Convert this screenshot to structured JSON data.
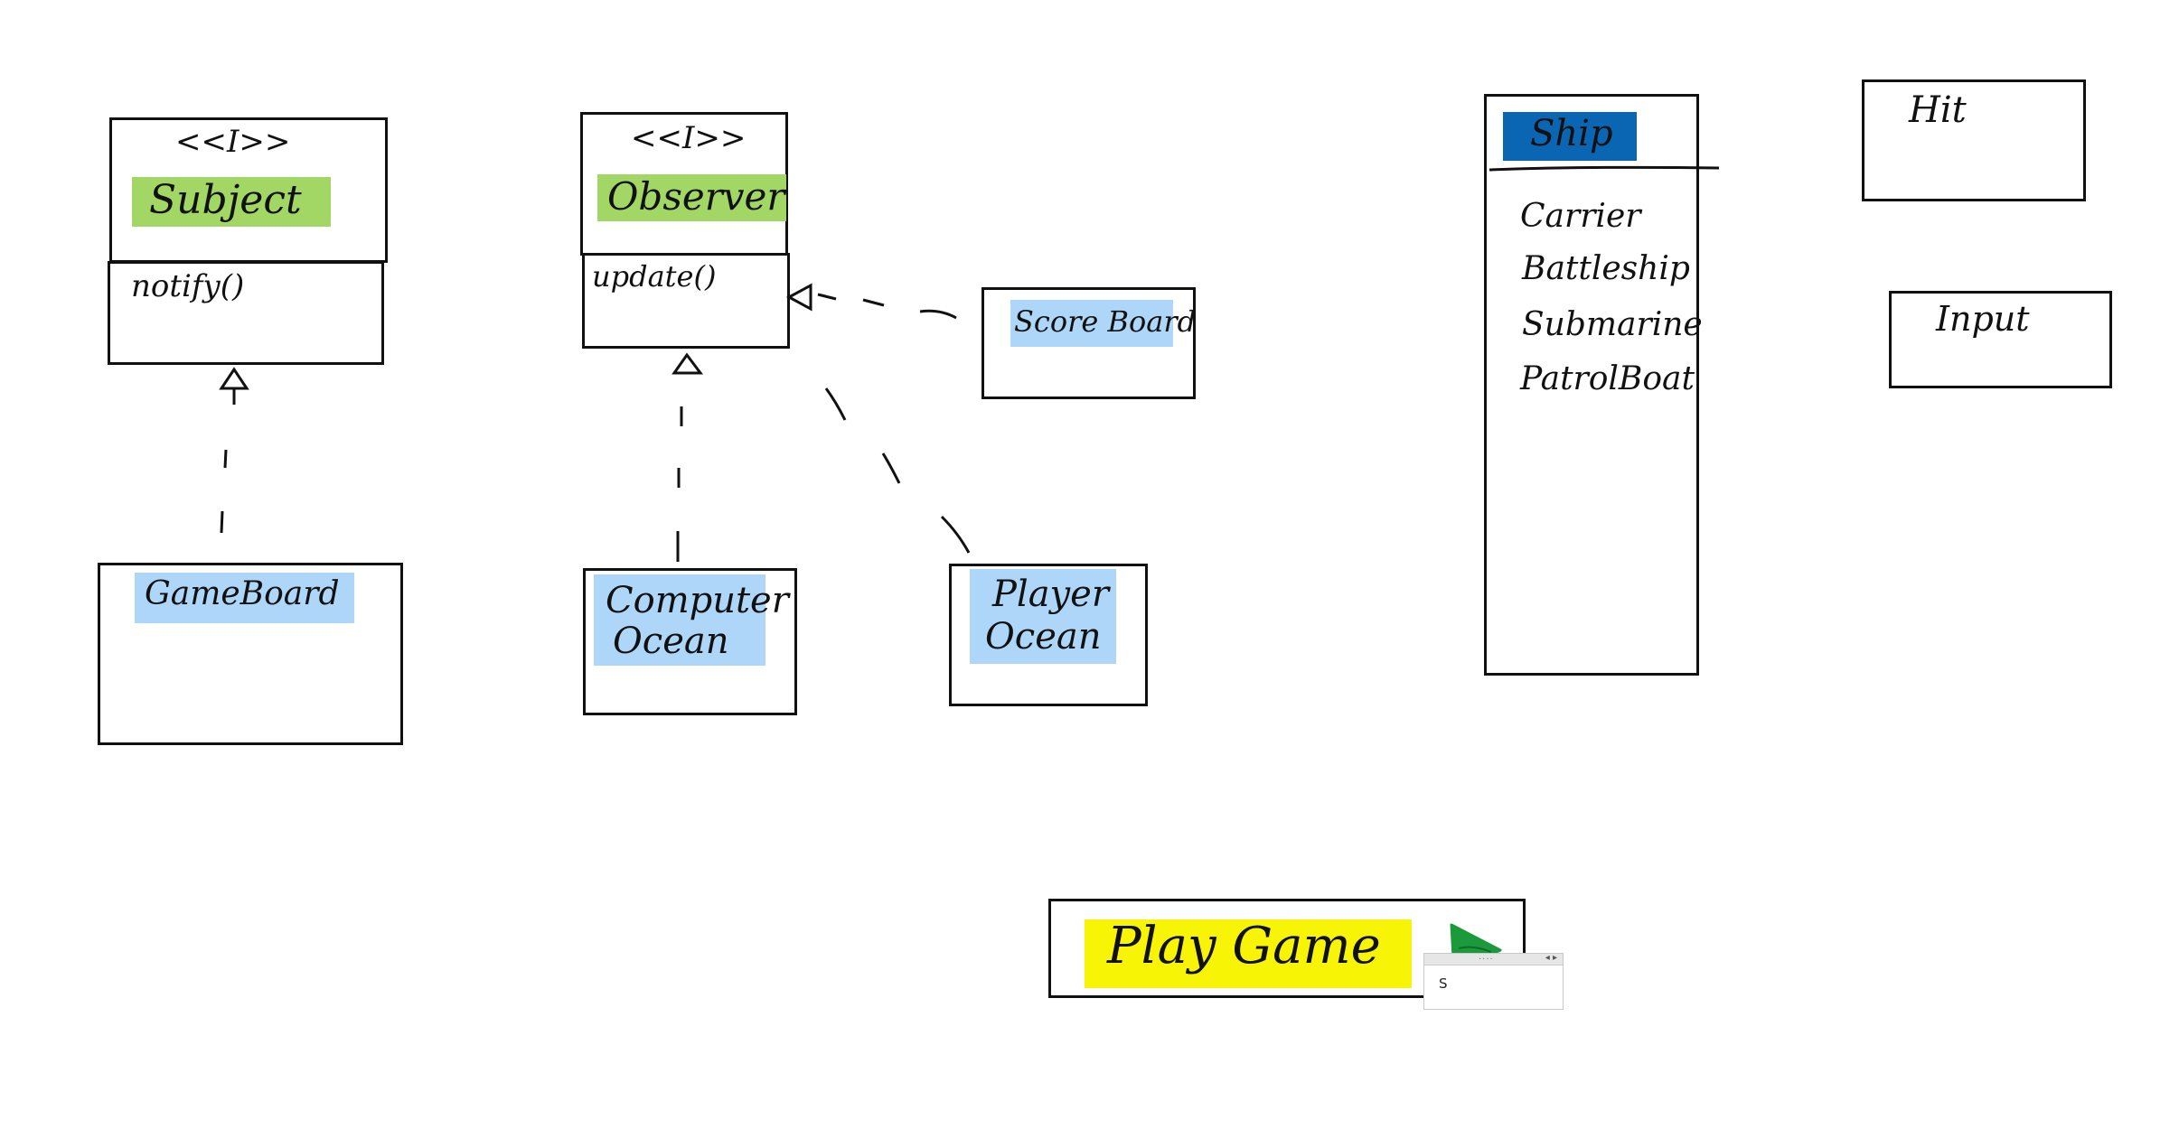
{
  "subject": {
    "stereotype": "<<I>>",
    "name": "Subject",
    "method": "notify()"
  },
  "observer": {
    "stereotype": "<<I>>",
    "name": "Observer",
    "method": "update()"
  },
  "scoreboard": {
    "name": "Score Board"
  },
  "gameboard": {
    "name": "GameBoard"
  },
  "computer_ocean": {
    "line1": "Computer",
    "line2": "Ocean"
  },
  "player_ocean": {
    "line1": "Player",
    "line2": "Ocean"
  },
  "ship": {
    "name": "Ship",
    "items": [
      "Carrier",
      "Battleship",
      "Submarine",
      "PatrolBoat"
    ]
  },
  "hit": {
    "name": "Hit"
  },
  "input": {
    "name": "Input"
  },
  "play_button": {
    "label": "Play Game"
  },
  "mini_panel": {
    "text": "S",
    "dots": "....",
    "nav": "◂ ▸"
  },
  "colors": {
    "green": "#a3d765",
    "blue": "#aed6f8",
    "navy": "#0a65b3",
    "yellow": "#f7f406",
    "play_icon": "#1b9a3c"
  },
  "icons": {
    "play": "play-triangle-icon"
  }
}
